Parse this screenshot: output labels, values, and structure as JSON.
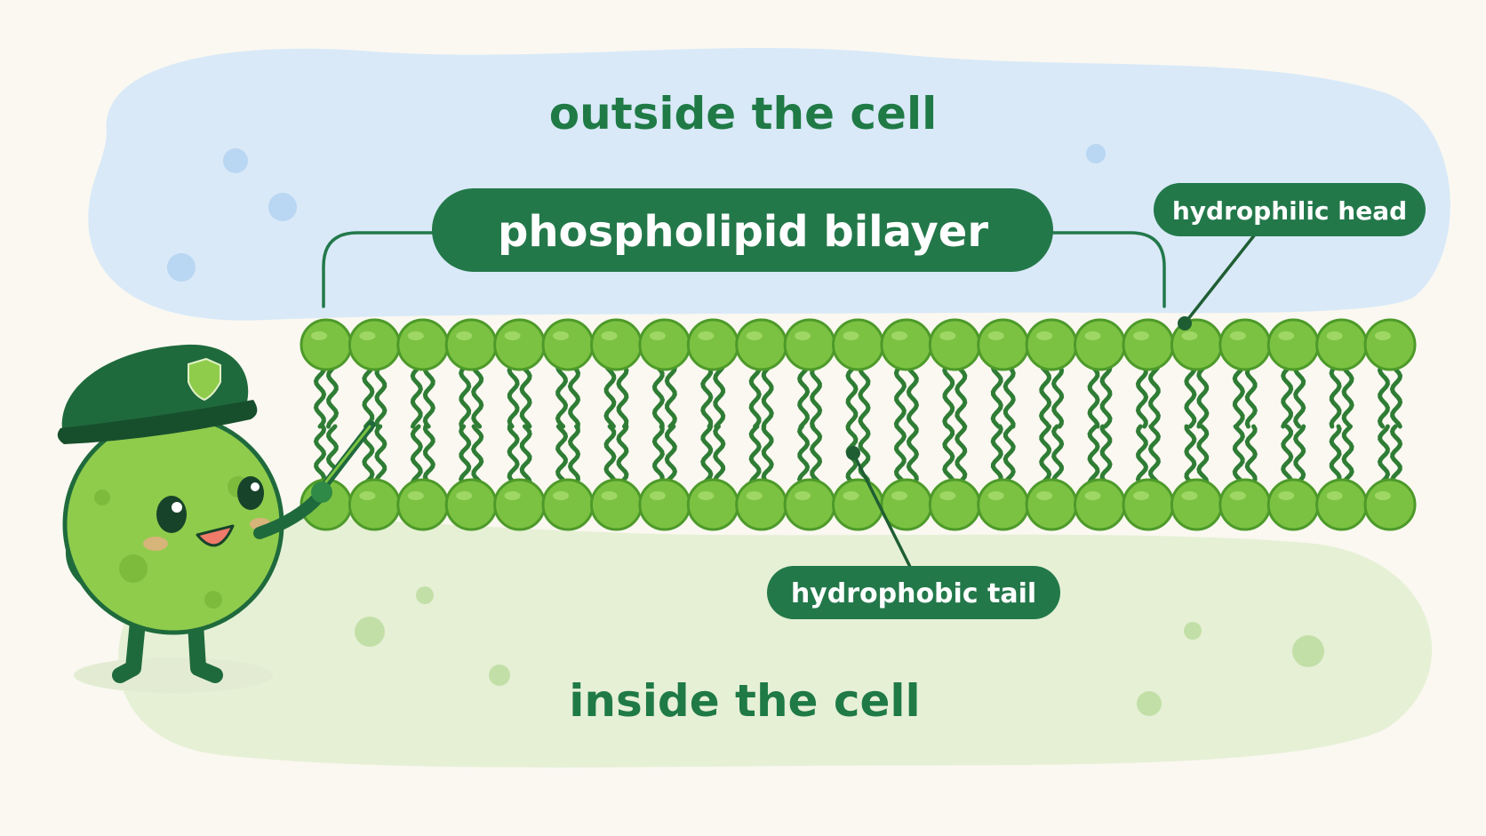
{
  "diagram": {
    "outside_label": "outside the cell",
    "inside_label": "inside the cell",
    "title_label": "phospholipid bilayer",
    "head_label": "hydrophilic head",
    "tail_label": "hydrophobic tail",
    "head_count": 23
  },
  "colors": {
    "background": "#faf8f1",
    "outside_region": "#d9e9f8",
    "inside_region": "#e6f0d5",
    "label_green": "#1f7a45",
    "pill": "#23784a",
    "head_fill": "#7cc242",
    "head_stroke": "#4d9a2a",
    "tail": "#2f7d35",
    "mascot_body": "#8fcc4c",
    "mascot_hat": "#1f6a3c"
  },
  "icons": {
    "mascot": "cell-mascot-icon",
    "hat_badge": "shield-badge-icon",
    "pointer": "pointer-stick-icon"
  }
}
